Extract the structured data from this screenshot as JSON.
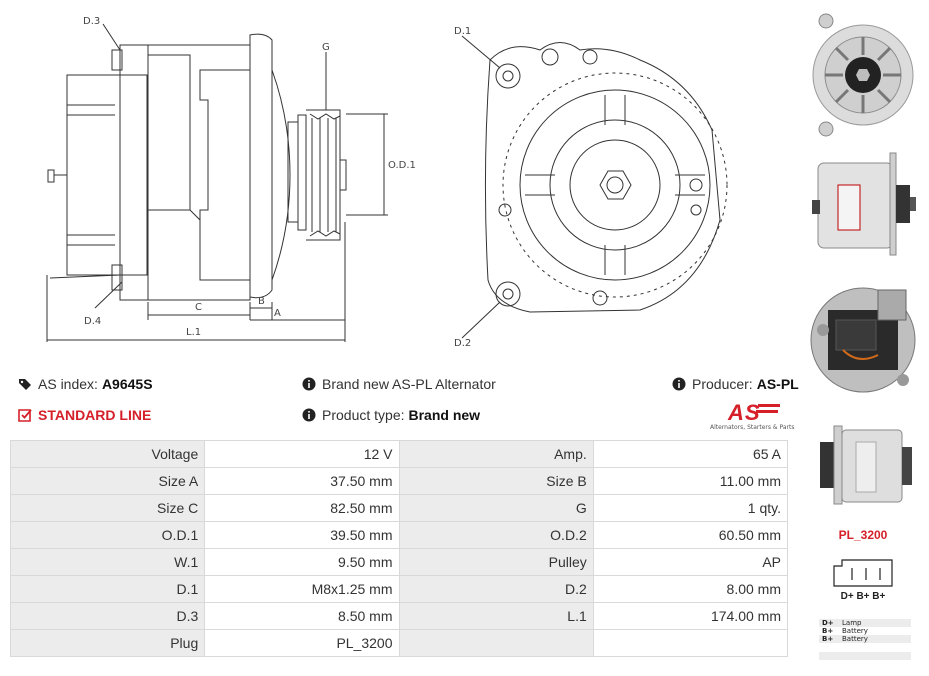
{
  "drawing": {
    "side_labels": {
      "d3": "D.3",
      "g": "G",
      "od1": "O.D.1",
      "d4": "D.4",
      "c": "C",
      "b": "B",
      "a": "A",
      "l1": "L.1"
    },
    "front_labels": {
      "d1": "D.1",
      "d2": "D.2"
    }
  },
  "info": {
    "as_index_label": "AS index:",
    "as_index_value": "A9645S",
    "line_label": "STANDARD LINE",
    "brand_new_text": "Brand new AS-PL Alternator",
    "product_type_label": "Product type:",
    "product_type_value": "Brand new",
    "producer_label": "Producer:",
    "producer_value": "AS-PL",
    "logo_text": "AS",
    "logo_tagline": "Alternators, Starters & Parts"
  },
  "specs": [
    {
      "k1": "Voltage",
      "v1": "12 V",
      "k2": "Amp.",
      "v2": "65 A"
    },
    {
      "k1": "Size A",
      "v1": "37.50 mm",
      "k2": "Size B",
      "v2": "11.00 mm"
    },
    {
      "k1": "Size C",
      "v1": "82.50 mm",
      "k2": "G",
      "v2": "1 qty."
    },
    {
      "k1": "O.D.1",
      "v1": "39.50 mm",
      "k2": "O.D.2",
      "v2": "60.50 mm"
    },
    {
      "k1": "W.1",
      "v1": "9.50 mm",
      "k2": "Pulley",
      "v2": "AP"
    },
    {
      "k1": "D.1",
      "v1": "M8x1.25 mm",
      "k2": "D.2",
      "v2": "8.00 mm"
    },
    {
      "k1": "D.3",
      "v1": "8.50 mm",
      "k2": "L.1",
      "v2": "174.00 mm"
    },
    {
      "k1": "Plug",
      "v1": "PL_3200",
      "k2": "",
      "v2": ""
    }
  ],
  "plug": {
    "name": "PL_3200",
    "terminals": "D+ B+ B+",
    "legend": [
      {
        "code": "D+",
        "desc": "Lamp"
      },
      {
        "code": "B+",
        "desc": "Battery"
      },
      {
        "code": "B+",
        "desc": "Battery"
      }
    ]
  },
  "colors": {
    "accent": "#d5202a",
    "table_key_bg": "#ececec",
    "border": "#d9d9d9"
  }
}
